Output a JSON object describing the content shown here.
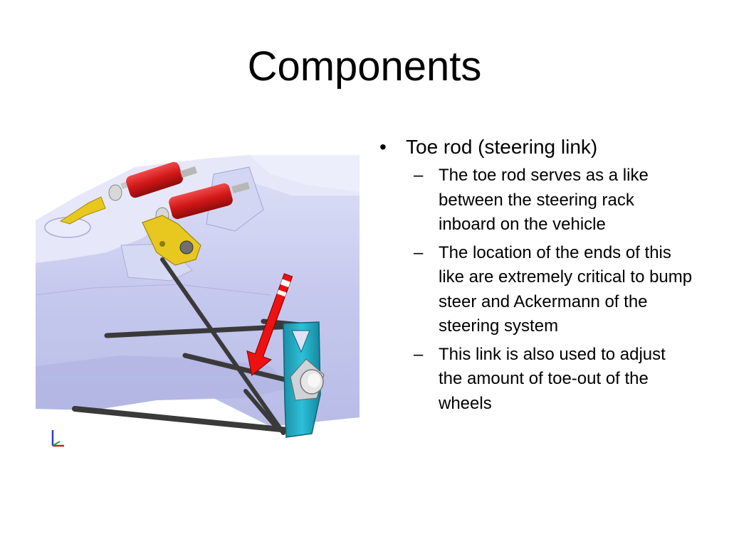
{
  "slide": {
    "title": "Components",
    "bullets": [
      {
        "marker": "•",
        "text": "Toe rod (steering link)",
        "sub": [
          {
            "marker": "–",
            "text": "The toe rod serves as a like between the steering rack inboard on the vehicle"
          },
          {
            "marker": "–",
            "text": "The location of the ends of this like are extremely critical to bump steer and Ackermann of the steering system"
          },
          {
            "marker": "–",
            "text": "This link is also used to adjust the amount of toe-out of the wheels"
          }
        ]
      }
    ]
  },
  "figure": {
    "subject": "CAD render of suspension linkage with toe rod",
    "colors": {
      "body": "#c9ccee",
      "rods": "#3b3b3b",
      "springs": "#d81e1e",
      "brackets": "#e8c81e",
      "upright": "#1ea7c0",
      "arrow": "#ee1111"
    }
  }
}
